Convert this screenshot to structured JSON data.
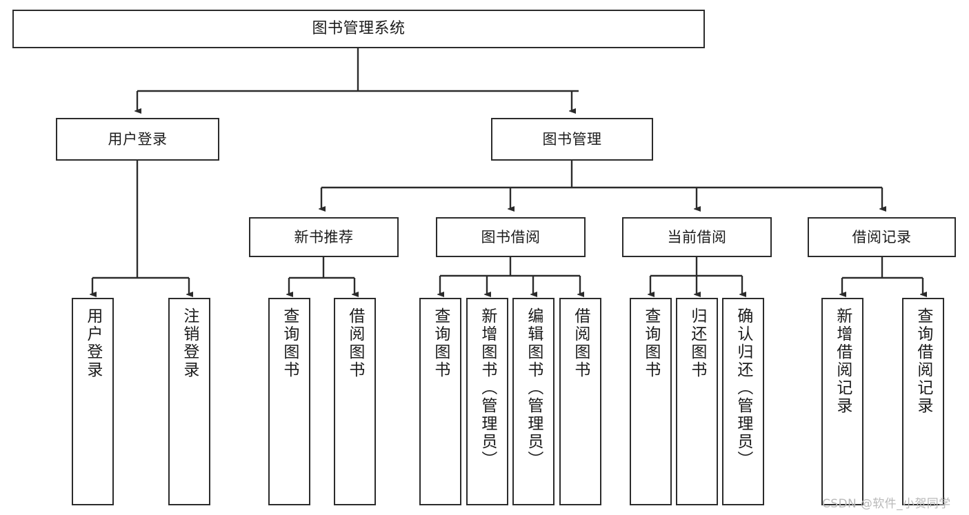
{
  "diagram": {
    "type": "tree",
    "title": "图书管理系统",
    "watermark": "CSDN @软件_小贺同学",
    "colors": {
      "box_border": "#2b2b2b",
      "box_fill": "#ffffff",
      "edge": "#2b2b2b",
      "text": "#1b1b1b",
      "watermark": "#b9b9b9"
    },
    "levels": {
      "root": {
        "label": "图书管理系统"
      },
      "level2": [
        {
          "label": "用户登录"
        },
        {
          "label": "图书管理"
        }
      ],
      "level3": [
        {
          "label": "新书推荐"
        },
        {
          "label": "图书借阅"
        },
        {
          "label": "当前借阅"
        },
        {
          "label": "借阅记录"
        }
      ],
      "leaves": {
        "user_login": [
          {
            "label": "用户登录"
          },
          {
            "label": "注销登录"
          }
        ],
        "new_book": [
          {
            "label": "查询图书"
          },
          {
            "label": "借阅图书"
          }
        ],
        "book_borrow": [
          {
            "label": "查询图书"
          },
          {
            "label": "新增图书（管理员）"
          },
          {
            "label": "编辑图书（管理员）"
          },
          {
            "label": "借阅图书"
          }
        ],
        "current_borrow": [
          {
            "label": "查询图书"
          },
          {
            "label": "归还图书"
          },
          {
            "label": "确认归还（管理员）"
          }
        ],
        "borrow_record": [
          {
            "label": "新增借阅记录"
          },
          {
            "label": "查询借阅记录"
          }
        ]
      }
    }
  }
}
